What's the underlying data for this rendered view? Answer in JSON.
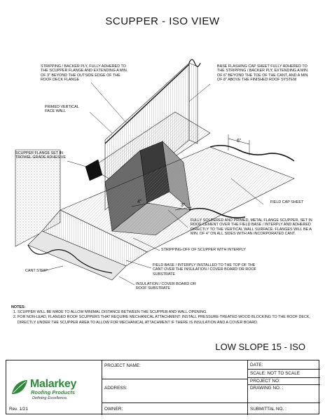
{
  "title": "SCUPPER - ISO VIEW",
  "labels": {
    "stripping": "STRIPPING / BACKER PLY, FULLY ADHERED TO THE SCUPPER FLANGE AND EXTENDING A MIN. OF 3\" BEYOND THE OUTSIDE EDGE OF THE ROOF DECK FLANGE",
    "base_flashing": "BASE FLASHING CAP SHEET FULLY ADHERED TO THE STRIPPING / BACKER PLY, EXTENDING A MIN. OF 6\" BEYOND THE TOE OF THE CANT, AND A MIN OF 8\" ABOVE THE FINISHED ROOF SYSTEM",
    "primed_wall": "PRIMED VERTICAL FACE WALL",
    "scupper_flange": "SCUPPER FLANGE SET IN TROWEL GRADE ADHESIVE",
    "field_cap": "FIELD CAP SHEET",
    "soldered": "FULLY SOLDERED AND PRIMED, METAL FLANGE SCUPPER, SET IN ROOF CEMENT OVER THE FIELD BASE / INTERPLY AND ADHERED DIRECTLY TO THE VERTICAL WALL SURFACE. FLANGES WILL BE A MIN. OF 4\" ON ALL SIDES WITH AN INCORPORATED CANT.",
    "stripping_off": "STRIPPING-OFF OF SCUPPER WITH INTERPLY",
    "cant_strip": "CANT STRIP",
    "field_base": "FIELD BASE / INTERPLY INSTALLED TO THE TOP OF THE CANT OVER THE INSULATION / COVER BOARD OR ROOF SUBSTRATE",
    "insulation": "INSULATION / COVER BOARD OR ROOF SUBSTRATE"
  },
  "dims": {
    "d6": "6\"",
    "d4": "4\"",
    "d3": "3\""
  },
  "notes": {
    "heading": "NOTES:",
    "n1": "SCUPPER WILL BE MADE TO ALLOW MINIMAL DISTANCE BETWEEN THE SCUPPER AND WALL OPENING.",
    "n2": "FOR NON-LEAD, FLANGED ROOF SCUPPERS THAT REQUIRE MECHANICAL ATTACHMENT: INSTALL PRESSURE-TREATED WOOD BLOCKING TO THE ROOF DECK, DIRECTLY UNDER THE SCUPPER AREA TO ALLOW FOR MECHANICAL ATTACHMENT IF THERE IS INSULATION AND A COVER BOARD."
  },
  "sheet_title": "LOW SLOPE 15 - ISO",
  "title_block": {
    "project_name": "PROJECT NAME:",
    "address": "ADDRESS:",
    "owner": "OWNER:",
    "date": "DATE:",
    "scale": "SCALE:  NOT TO SCALE",
    "project_no": "PROJECT NO:",
    "drawing_no": "DRAWING NO. :",
    "submittal_no": "SUBMITTAL NO. :",
    "rev": "Rev. 1/21"
  },
  "logo": {
    "name": "Malarkey",
    "sub": "Roofing Products",
    "tagline": "Defining Excellence.",
    "accent": "#2e8a3a"
  }
}
